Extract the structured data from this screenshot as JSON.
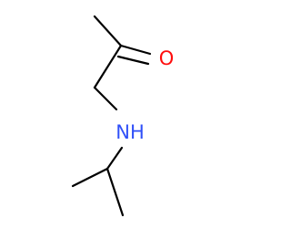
{
  "molecule": {
    "atoms": [
      {
        "id": "o1",
        "symbol": "O",
        "color": "#ff0d0d"
      },
      {
        "id": "n1",
        "symbol": "NH",
        "color": "#3050f8"
      }
    ]
  }
}
